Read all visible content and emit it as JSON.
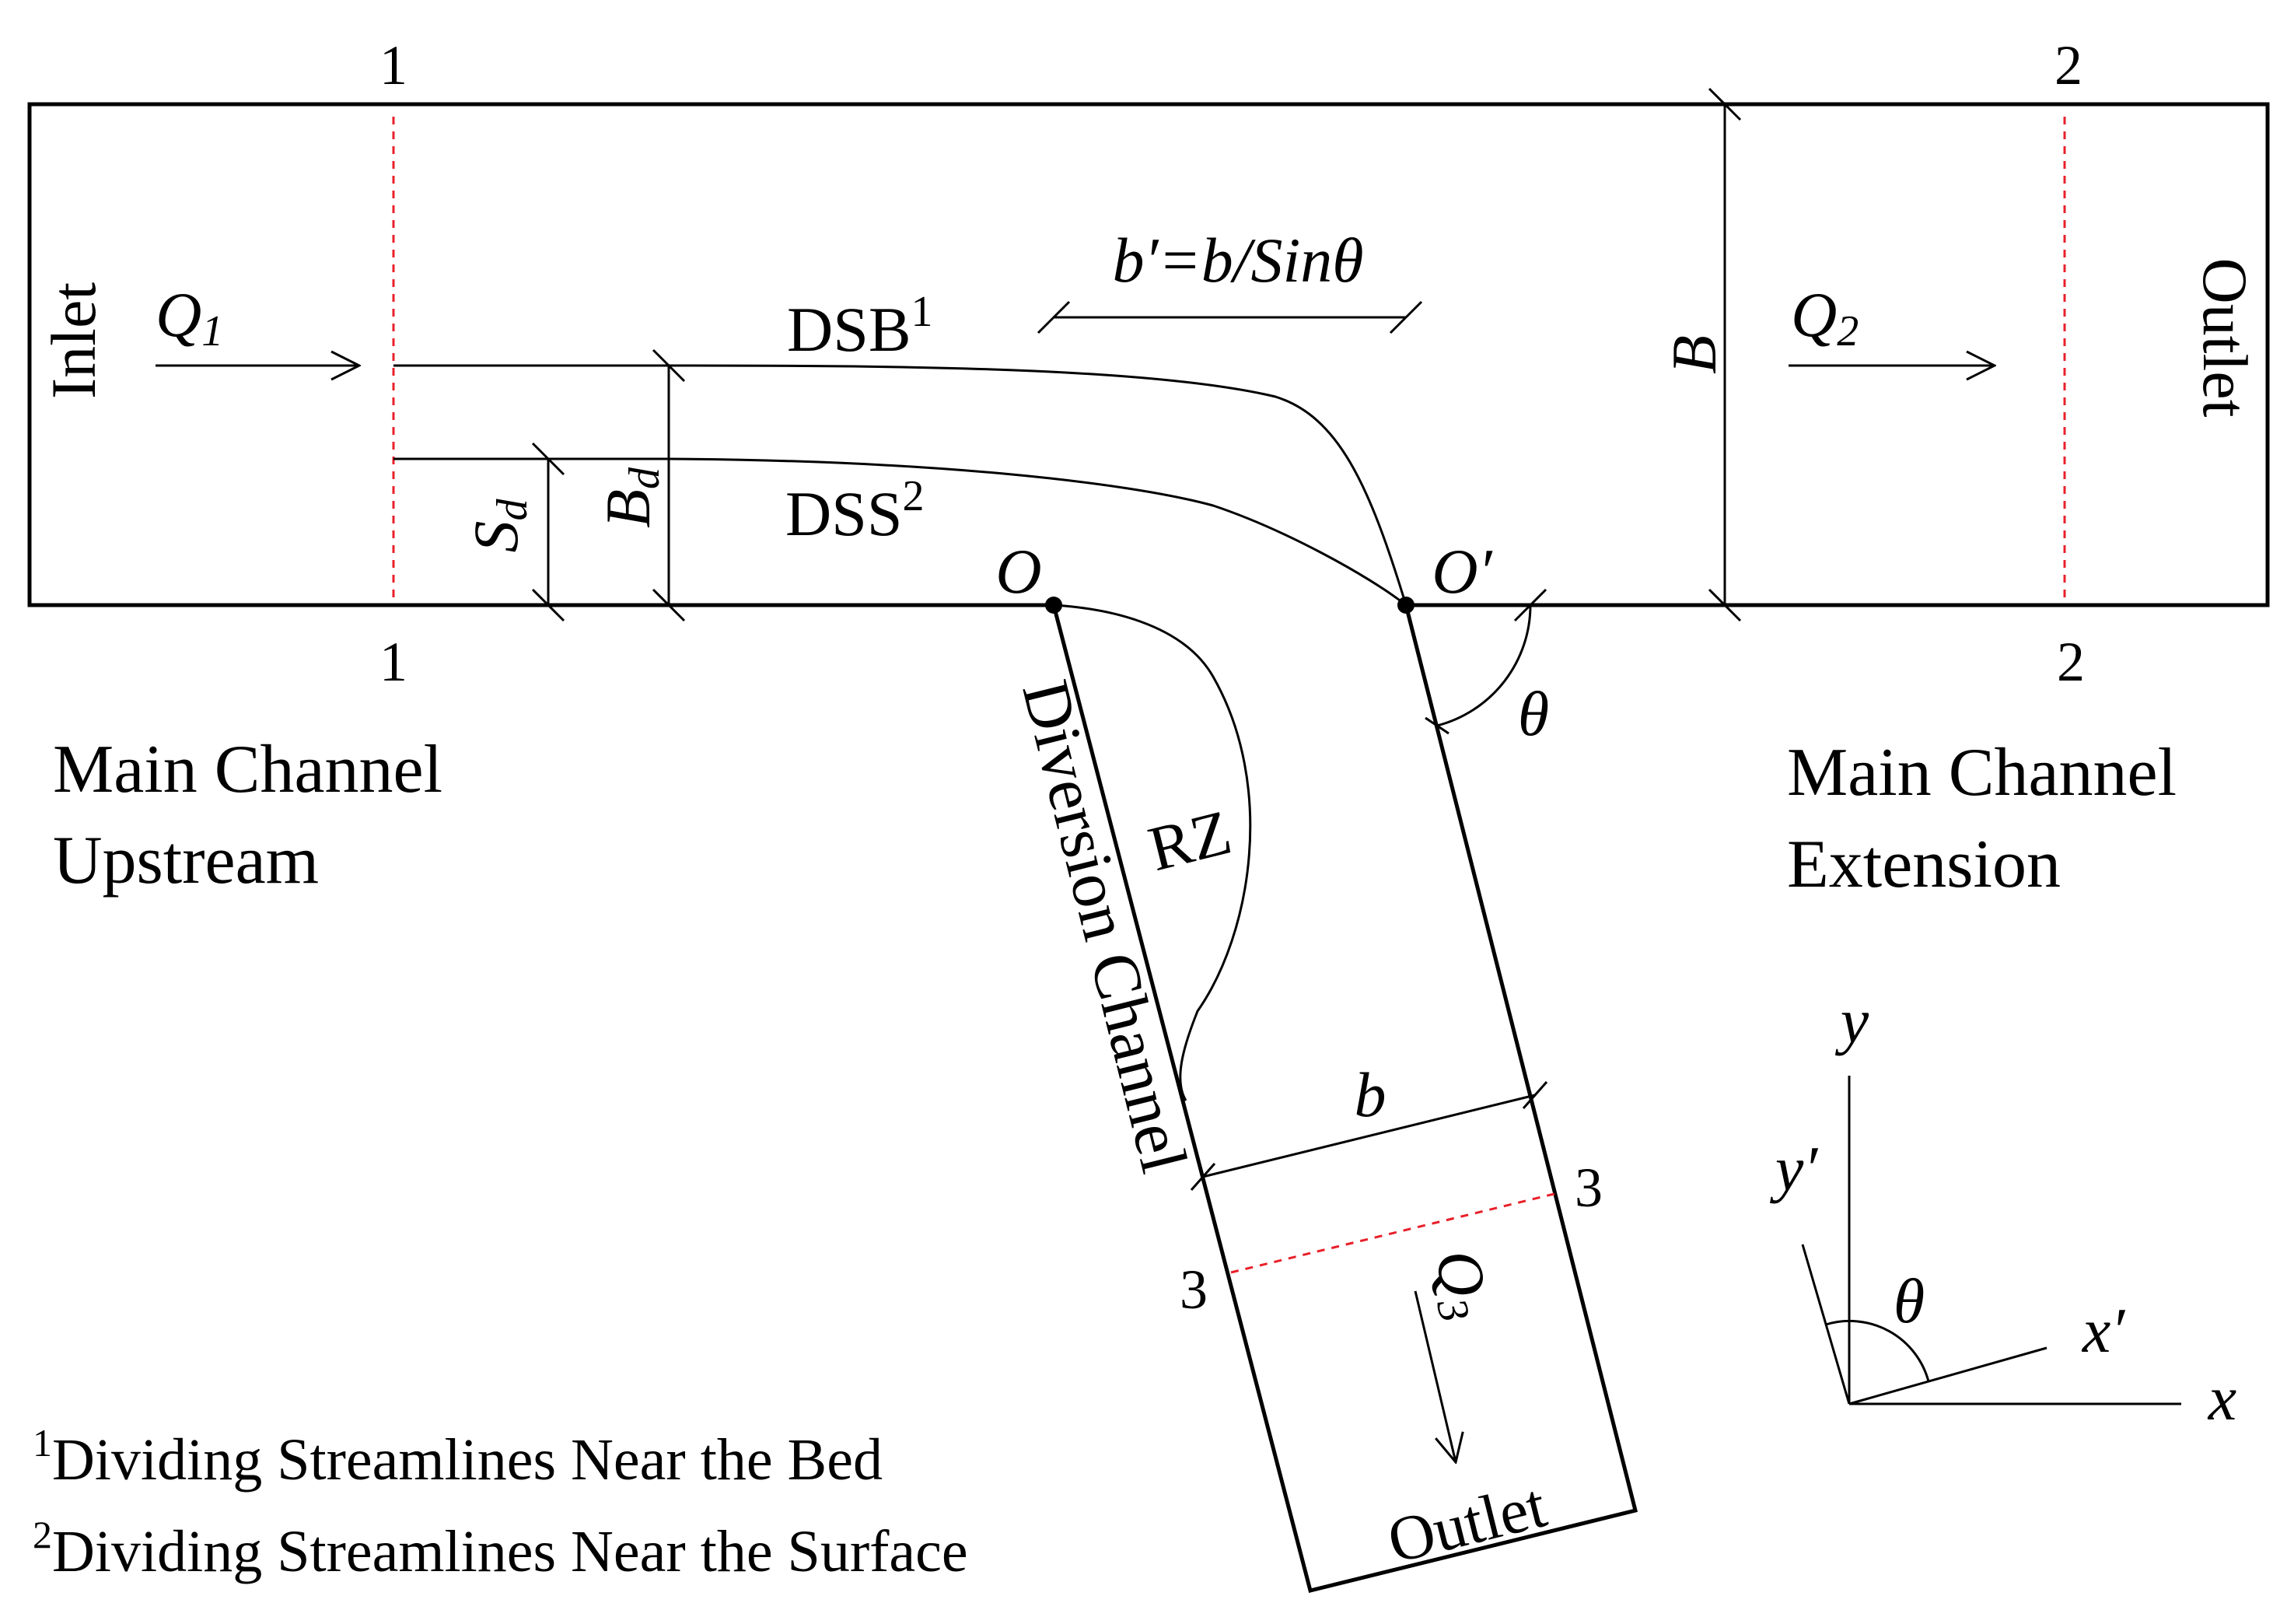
{
  "sections": {
    "s1_top": "1",
    "s1_bottom": "1",
    "s2_top": "2",
    "s2_bottom": "2",
    "s3_left": "3",
    "s3_right": "3"
  },
  "boundaries": {
    "inlet": "Inlet",
    "outlet_main": "Outlet",
    "outlet_diversion": "Outlet"
  },
  "flows": {
    "q1": "Q",
    "q1_sub": "1",
    "q2": "Q",
    "q2_sub": "2",
    "q3": "Q",
    "q3_sub": "3"
  },
  "dimensions": {
    "b_prime_eq": "b′=b/Sinθ",
    "B": "B",
    "Bd": "B",
    "Bd_sub": "d",
    "Sd": "S",
    "Sd_sub": "d",
    "b": "b",
    "theta": "θ"
  },
  "streamlines": {
    "dsb": "DSB",
    "dsb_sup": "1",
    "dss": "DSS",
    "dss_sup": "2",
    "rz": "RZ"
  },
  "points": {
    "o": "O",
    "o_prime": "O′"
  },
  "regions": {
    "upstream_line1": "Main Channel",
    "upstream_line2": "Upstream",
    "extension_line1": "Main Channel",
    "extension_line2": "Extension",
    "diversion": "Diversion Channel"
  },
  "axes": {
    "x": "x",
    "y": "y",
    "x_prime": "x′",
    "y_prime": "y′",
    "theta": "θ"
  },
  "footnotes": {
    "fn1_sup": "1",
    "fn1_text": "Dividing Streamlines Near the Bed",
    "fn2_sup": "2",
    "fn2_text": "Dividing Streamlines Near the Surface"
  }
}
